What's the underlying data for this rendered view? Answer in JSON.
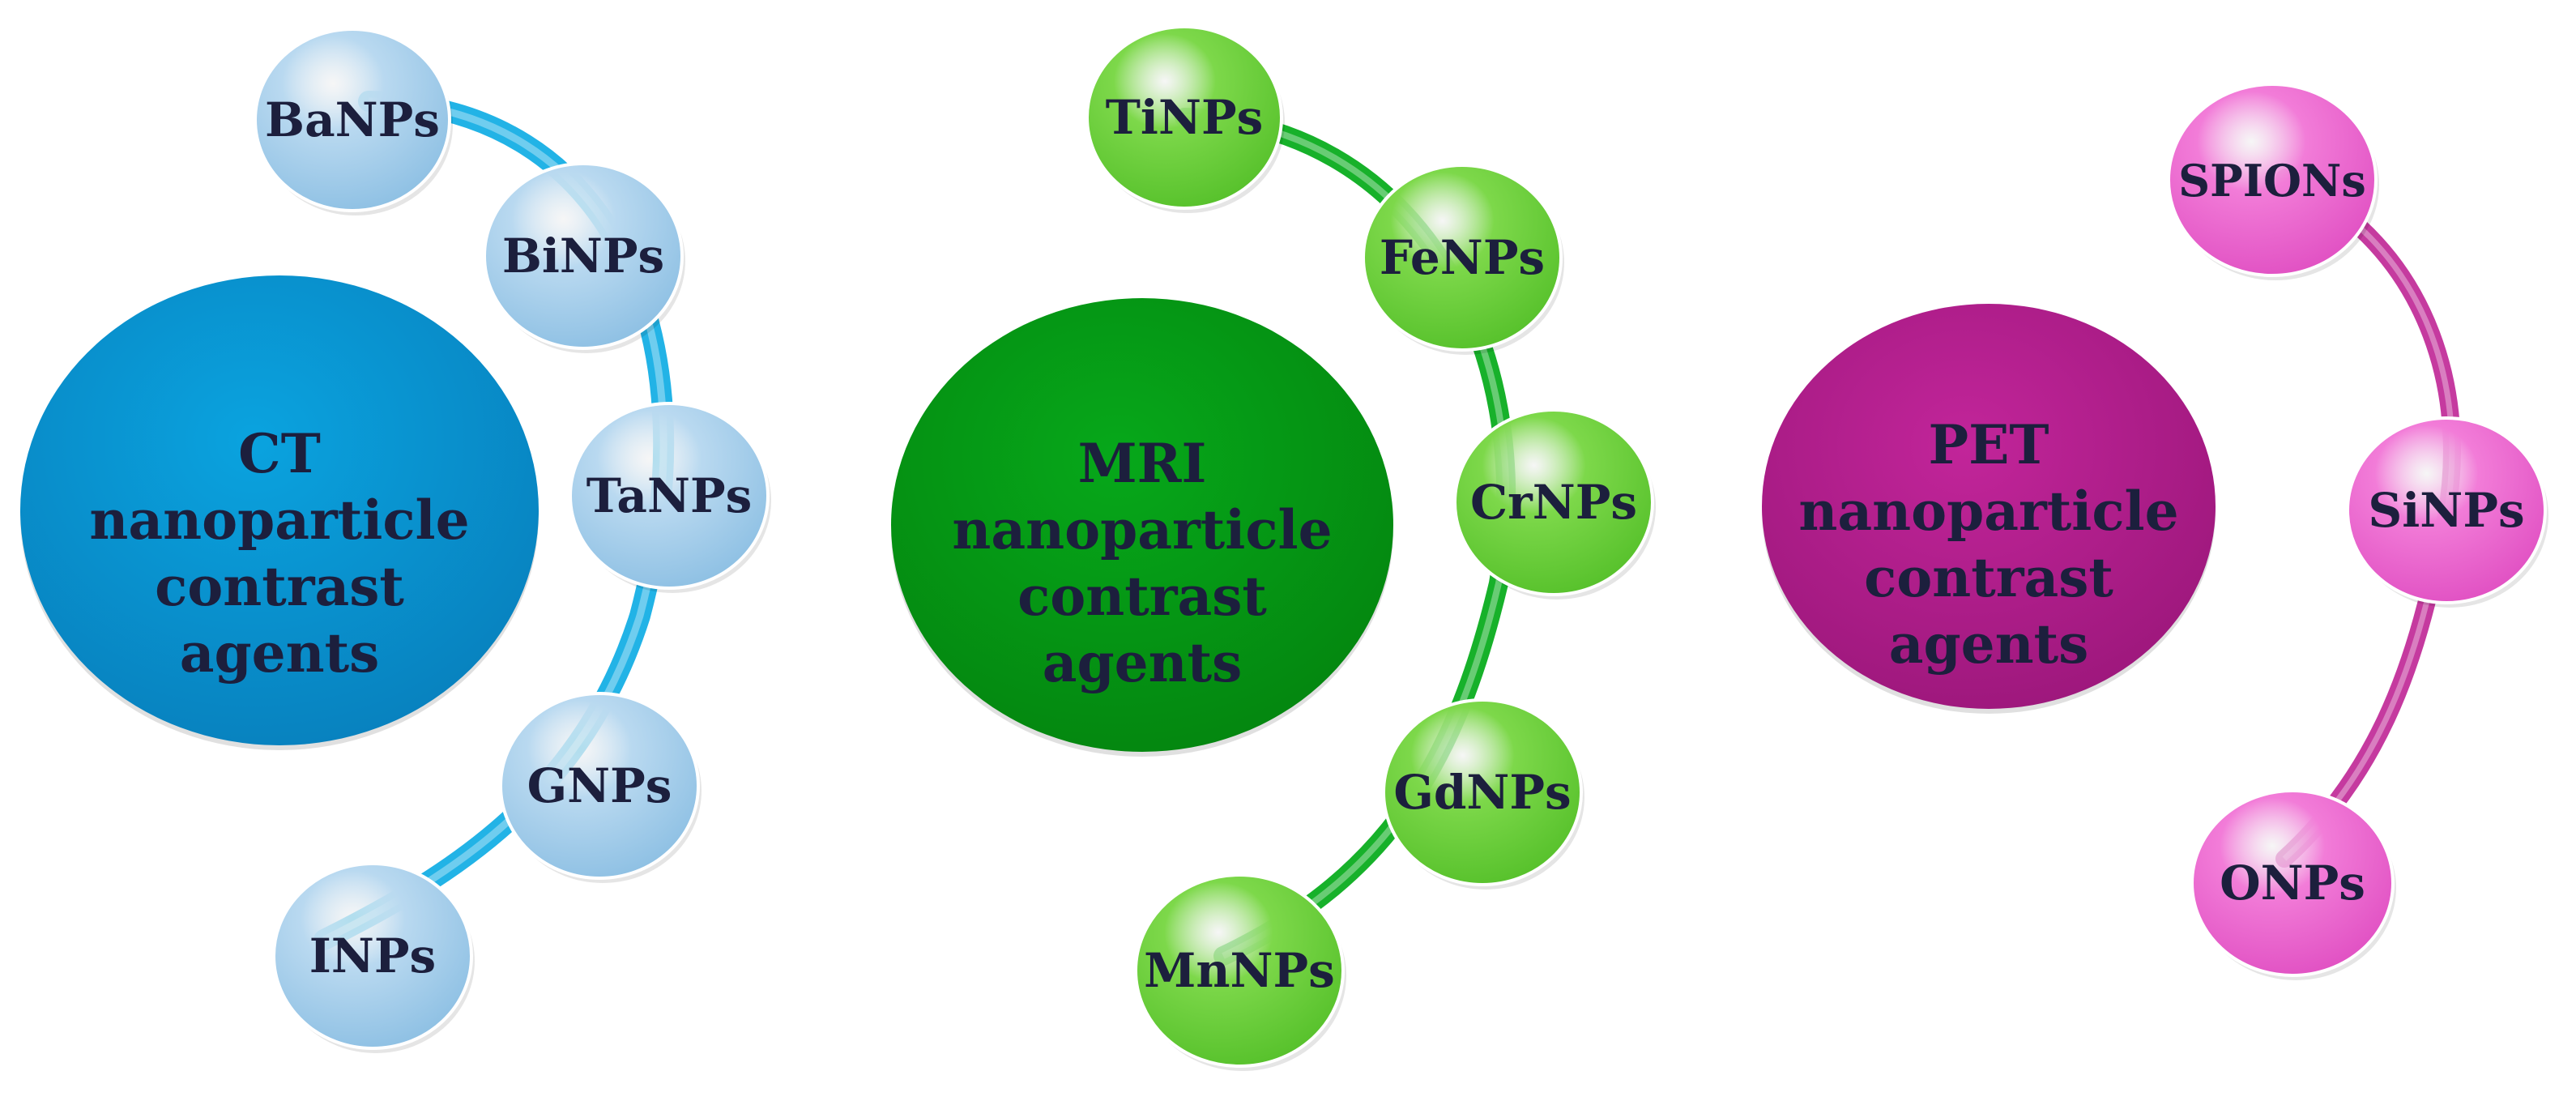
{
  "groups": [
    {
      "id": "ct",
      "title_lines": [
        "CT",
        "nanoparticle",
        "contrast",
        "agents"
      ],
      "colors": {
        "main": "#0aa3df",
        "main_dark": "#0880bd",
        "arc": "#22b3e6",
        "bubble": "#b9d9f0",
        "bubble_dark": "#8cbfe3",
        "text": "#1c1f3d"
      },
      "items": [
        "BaNPs",
        "BiNPs",
        "TaNPs",
        "GNPs",
        "INPs"
      ]
    },
    {
      "id": "mri",
      "title_lines": [
        "MRI",
        "nanoparticle",
        "contrast",
        "agents"
      ],
      "colors": {
        "main": "#06a81a",
        "main_dark": "#04850f",
        "arc": "#17b12a",
        "bubble": "#7dd84a",
        "bubble_dark": "#55c02a",
        "text": "#1c1f3d"
      },
      "items": [
        "TiNPs",
        "FeNPs",
        "CrNPs",
        "GdNPs",
        "MnNPs"
      ]
    },
    {
      "id": "pet",
      "title_lines": [
        "PET",
        "nanoparticle",
        "contrast",
        "agents"
      ],
      "colors": {
        "main": "#c2259a",
        "main_dark": "#9c177b",
        "arc": "#c53a9f",
        "bubble": "#f27cd8",
        "bubble_dark": "#e04fc2",
        "text": "#1c1f3d"
      },
      "items": [
        "SPIONs",
        "SiNPs",
        "ONPs"
      ]
    }
  ]
}
